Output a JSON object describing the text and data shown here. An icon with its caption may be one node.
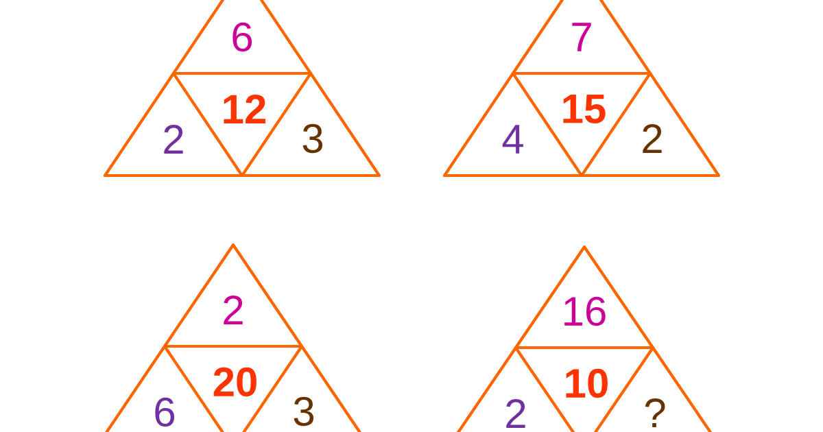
{
  "diagram": {
    "nodes": [
      {
        "text": [],
        "shape": "triangle"
      },
      {
        "text": [
          "6"
        ],
        "in": 0
      },
      {
        "text": [
          "12"
        ],
        "in": 0
      },
      {
        "text": [
          "2"
        ],
        "in": 0
      },
      {
        "text": [
          "3"
        ],
        "in": 0
      },
      {
        "text": [],
        "shape": "triangle"
      },
      {
        "text": [
          "7"
        ],
        "in": 5
      },
      {
        "text": [
          "15"
        ],
        "in": 5
      },
      {
        "text": [
          "4"
        ],
        "in": 5
      },
      {
        "text": [
          "2"
        ],
        "in": 5
      },
      {
        "text": [],
        "shape": "triangle"
      },
      {
        "text": [
          "2"
        ],
        "in": 10
      },
      {
        "text": [
          "20"
        ],
        "in": 10
      },
      {
        "text": [
          "6"
        ],
        "in": 10
      },
      {
        "text": [
          "3"
        ],
        "in": 10
      },
      {
        "text": [],
        "shape": "triangle"
      },
      {
        "text": [
          "16"
        ],
        "in": 15
      },
      {
        "text": [
          "10"
        ],
        "in": 15
      },
      {
        "text": [
          "2"
        ],
        "in": 15
      },
      {
        "text": [
          "?"
        ],
        "in": 15
      }
    ]
  }
}
